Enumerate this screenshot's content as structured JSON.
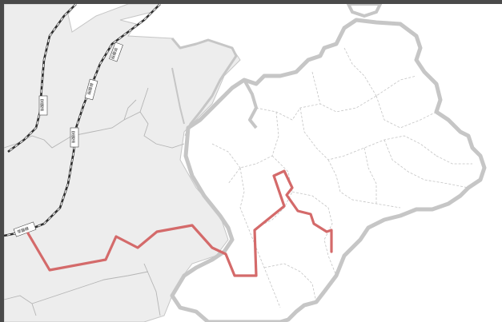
{
  "map": {
    "colors": {
      "water": "#ffffff",
      "land_outer": "#ededed",
      "land_focus": "#ffffff",
      "outline": "#c6c6c6",
      "district_border": "#c4c4c4",
      "rail_dark": "#2f2f2f",
      "route": "#d46a6a",
      "frame": "#4a4a4a"
    },
    "road_labels": [
      "常磐道",
      "常磐道",
      "常磐道",
      "常磐道",
      "常磐線"
    ]
  }
}
